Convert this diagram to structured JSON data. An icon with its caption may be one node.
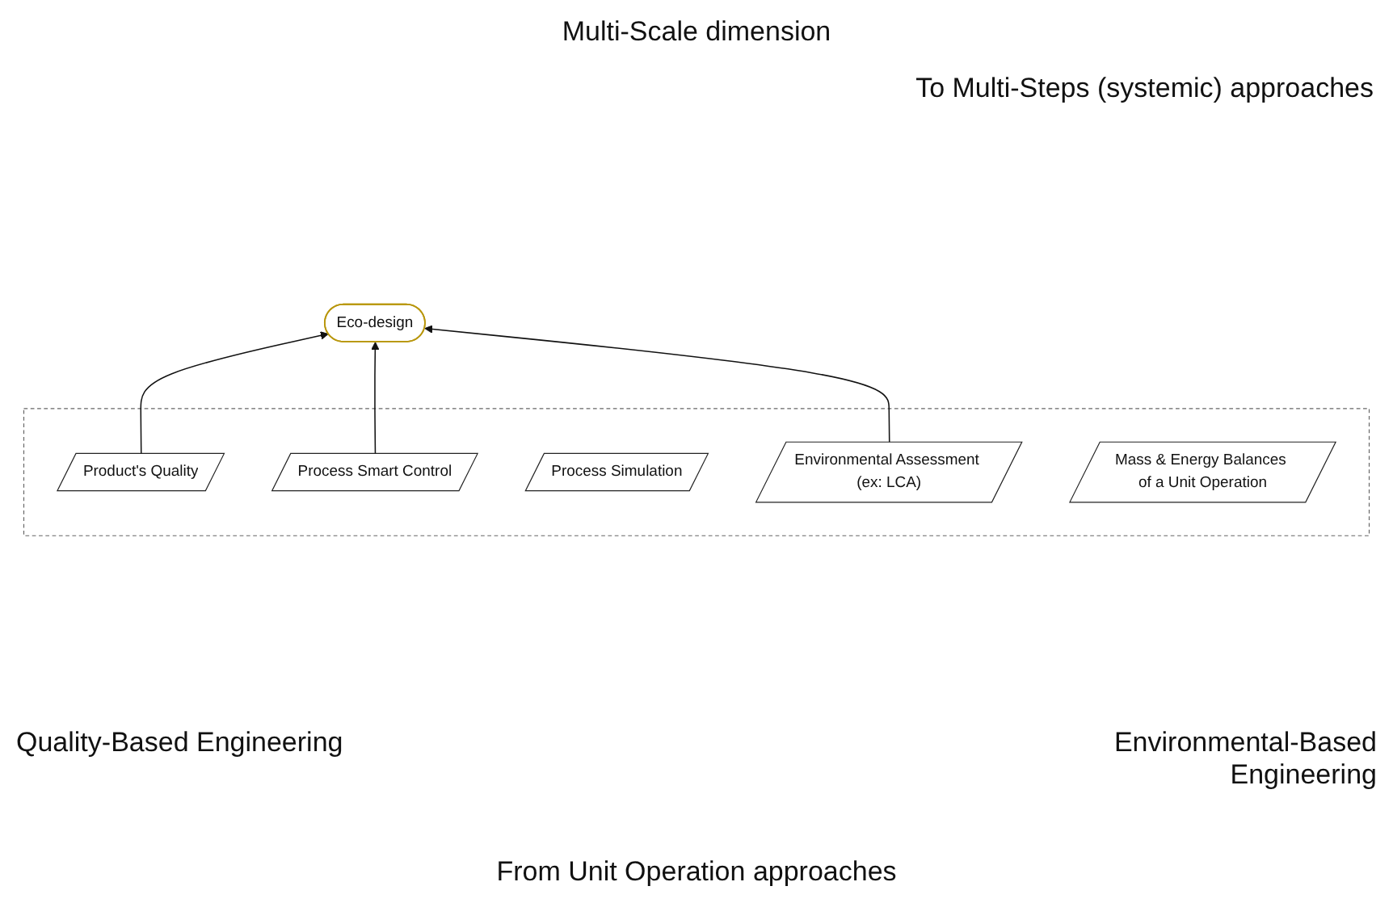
{
  "diagram": {
    "nodes": [
      {
        "text": [
          "Eco-design"
        ]
      },
      {
        "text": [],
        "shape": "box"
      },
      {
        "text": [
          "Product's Quality"
        ],
        "in": 1
      },
      {
        "text": [
          "Environmental Assessment (ex: LCA)"
        ],
        "in": 1
      },
      {
        "text": [
          "Process Simulation"
        ],
        "in": 1
      },
      {
        "text": [
          "Process Smart Control"
        ],
        "in": 1
      },
      {
        "text": [
          "Mass & Energy Balances of a Unit Operation"
        ],
        "in": 1
      }
    ],
    "edges": [
      {
        "from": 2,
        "to": 0,
        "arrow": "to"
      },
      {
        "from": 5,
        "to": 0,
        "arrow": "to"
      },
      {
        "from": 3,
        "to": 0,
        "arrow": "to"
      }
    ],
    "labels": [
      "Multi-Scale dimension",
      "To Multi-Steps (systemic) approaches",
      "Quality-Based Engineering",
      "Environmental-Based Engineering",
      "From Unit Operation approaches"
    ]
  }
}
